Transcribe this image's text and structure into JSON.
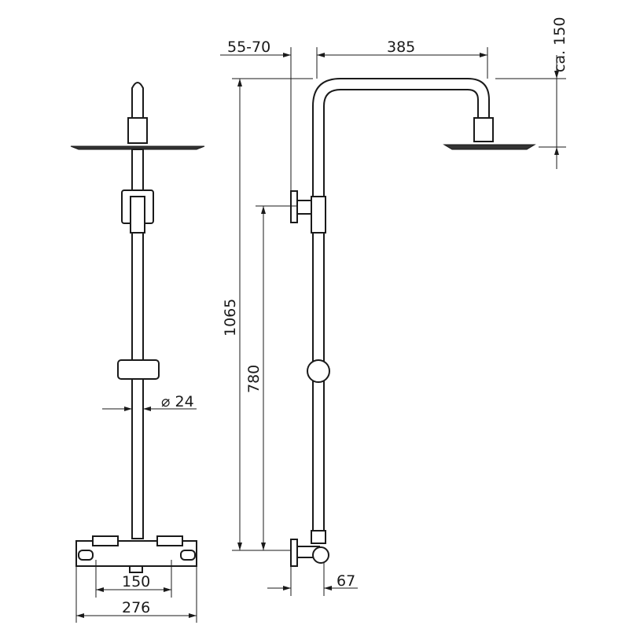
{
  "dimensions": {
    "wall_offset": "55-70",
    "arm_length": "385",
    "head_drop": "ca. 150",
    "total_height": "1065",
    "valve_height": "780",
    "pipe_diameter": "⌀ 24",
    "inlet_spacing": "150",
    "mixer_width": "276",
    "mixer_depth": "67"
  }
}
